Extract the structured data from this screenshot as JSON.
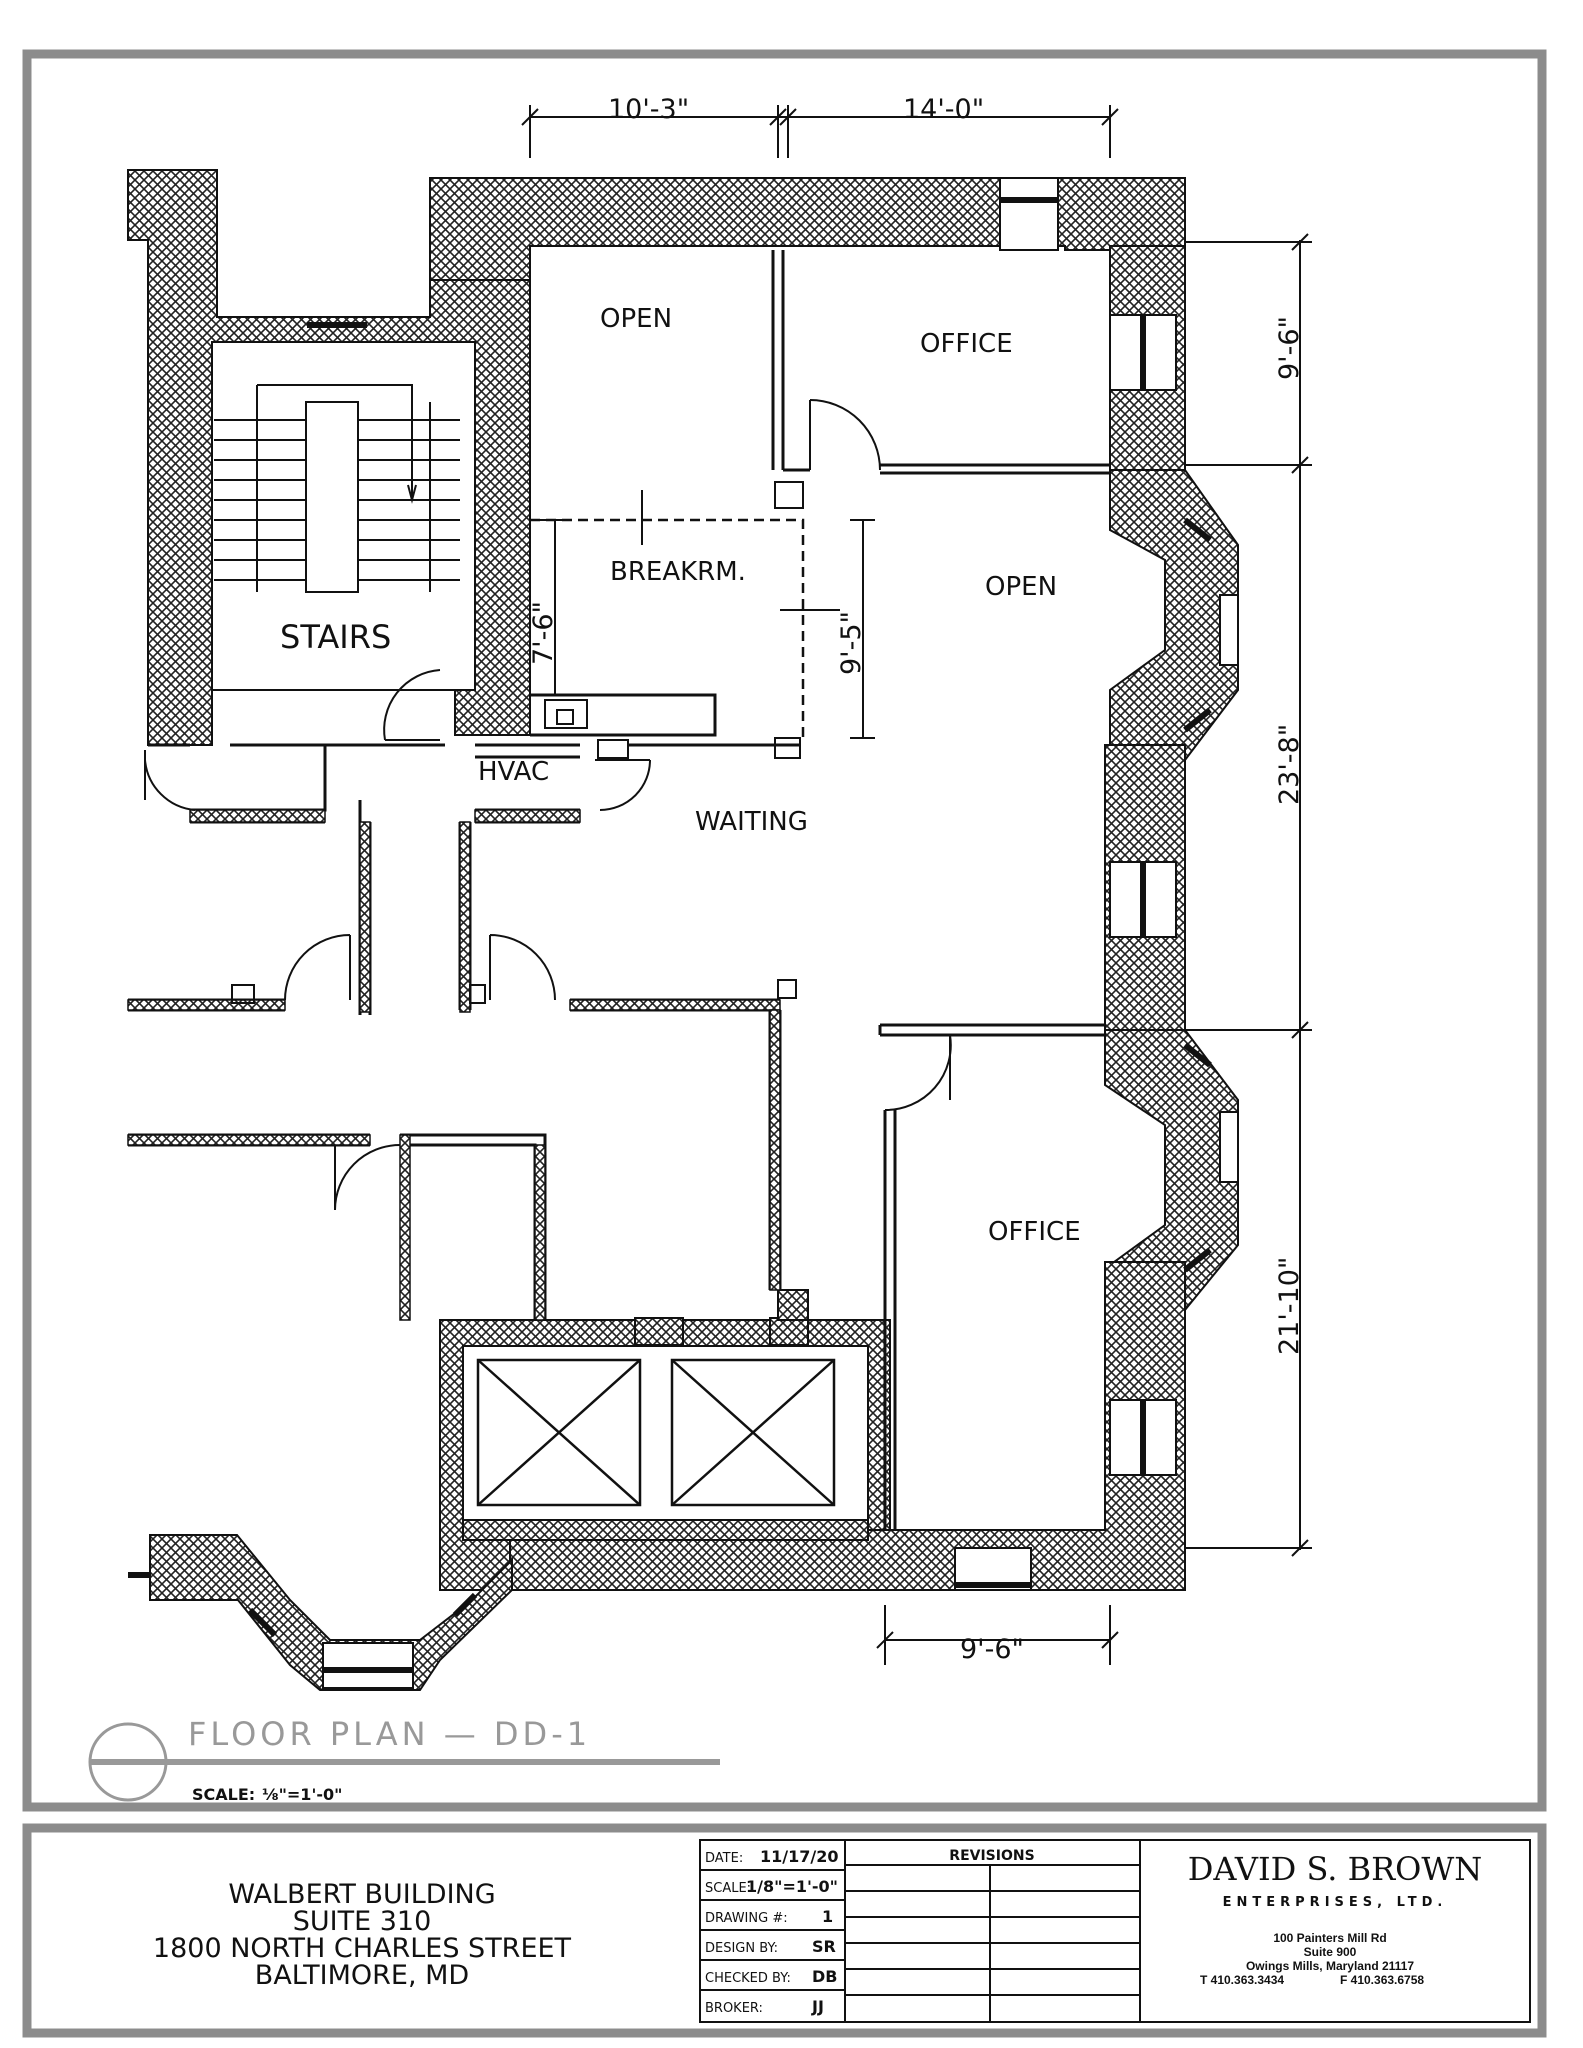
{
  "plan": {
    "rooms": {
      "open_top": "OPEN",
      "office_top": "OFFICE",
      "breakroom": "BREAKRM.",
      "open_mid": "OPEN",
      "stairs": "STAIRS",
      "hvac": "HVAC",
      "waiting": "WAITING",
      "office_bottom": "OFFICE"
    },
    "dimensions": {
      "top_left": "10'-3\"",
      "top_right": "14'-0\"",
      "right_top": "9'-6\"",
      "right_mid": "23'-8\"",
      "right_bottom": "21'-10\"",
      "bottom": "9'-6\"",
      "breakroom_left": "7'-6\"",
      "breakroom_right": "9'-5\""
    },
    "title": "FLOOR PLAN — DD-1",
    "scale_label": "SCALE:",
    "scale_value": "⅛\"=1'-0\""
  },
  "title_block": {
    "building": "WALBERT BUILDING",
    "suite": "SUITE 310",
    "street": "1800 NORTH CHARLES STREET",
    "city": "BALTIMORE, MD",
    "fields": [
      {
        "label": "DATE:",
        "value": "11/17/20"
      },
      {
        "label": "SCALE:",
        "value": "1/8\"=1'-0\""
      },
      {
        "label": "DRAWING #:",
        "value": "1"
      },
      {
        "label": "DESIGN BY:",
        "value": "SR"
      },
      {
        "label": "CHECKED BY:",
        "value": "DB"
      },
      {
        "label": "BROKER:",
        "value": "JJ"
      }
    ],
    "revisions_label": "REVISIONS",
    "company_name": "DAVID S. BROWN",
    "company_sub": "ENTERPRISES, LTD.",
    "address1": "100 Painters Mill Rd",
    "address2": "Suite 900",
    "address3": "Owings Mills, Maryland 21117",
    "phone": "T 410.363.3434",
    "fax": "F 410.363.6758"
  }
}
